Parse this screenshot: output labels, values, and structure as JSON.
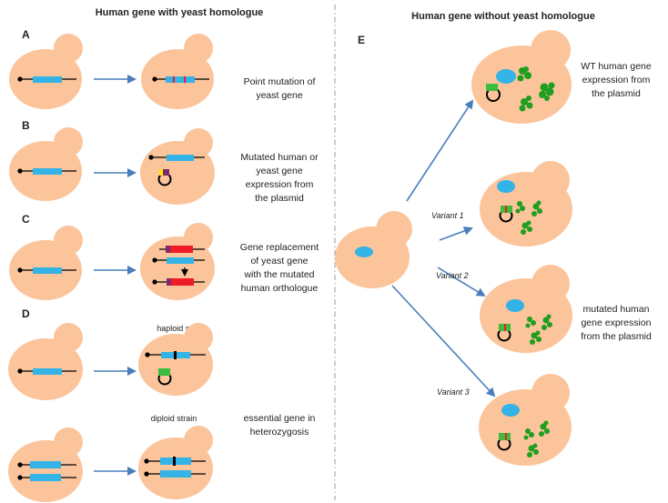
{
  "colors": {
    "cell": "#fbc49b",
    "gene": "#33b3e6",
    "arrow": "#4a7ebb",
    "red": "#ee1c25",
    "purple": "#7b2c6f",
    "yellow": "#ffe600",
    "green": "#3dbb3d",
    "protein": "#1f9e1f",
    "black": "#000000"
  },
  "left": {
    "title": "Human gene with yeast homologue",
    "panels": [
      {
        "letter": "A",
        "desc": [
          "Point mutation of",
          "yeast gene"
        ]
      },
      {
        "letter": "B",
        "desc": [
          "Mutated human or",
          "yeast  gene",
          "expression from",
          "the  plasmid"
        ]
      },
      {
        "letter": "C",
        "desc": [
          "Gene replacement",
          "of yeast gene",
          "with the mutated",
          "human orthologue"
        ]
      },
      {
        "letter": "D",
        "desc": [
          "essential gene in",
          "heterozygosis"
        ],
        "haploid": "haploid strain",
        "diploid": "diploid strain"
      }
    ]
  },
  "right": {
    "title": "Human gene without yeast homologue",
    "letter": "E",
    "wt_desc": [
      "WT  human gene",
      "expression from",
      "the plasmid"
    ],
    "mut_desc": [
      "mutated human",
      "gene expression",
      "from the plasmid"
    ],
    "variants": [
      "Variant 1",
      "Variant 2",
      "Variant 3"
    ]
  }
}
